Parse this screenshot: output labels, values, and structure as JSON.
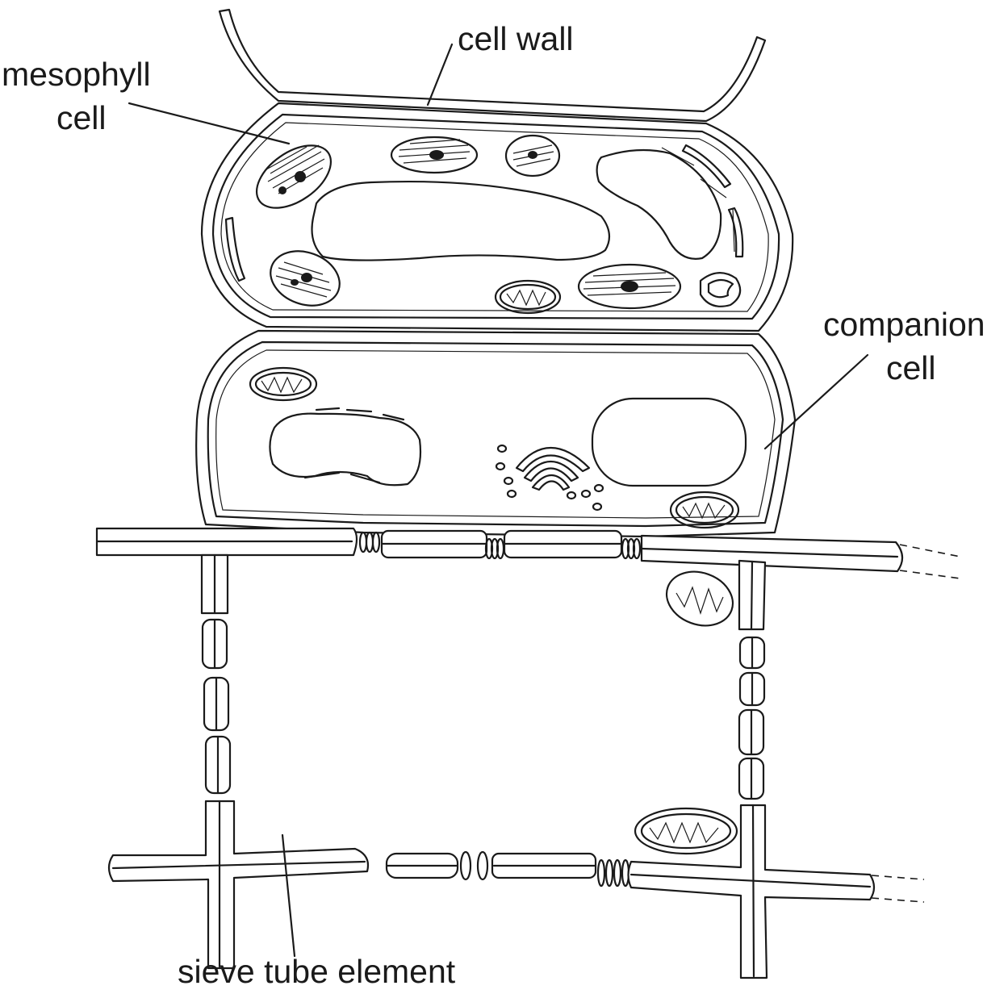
{
  "labels": {
    "cell_wall": "cell wall",
    "mesophyll_line1": "mesophyll",
    "mesophyll_line2": "cell",
    "companion_line1": "companion",
    "companion_line2": "cell",
    "sieve_tube": "sieve tube element"
  },
  "colors": {
    "ink": "#1a1a1a",
    "paper": "#ffffff"
  }
}
